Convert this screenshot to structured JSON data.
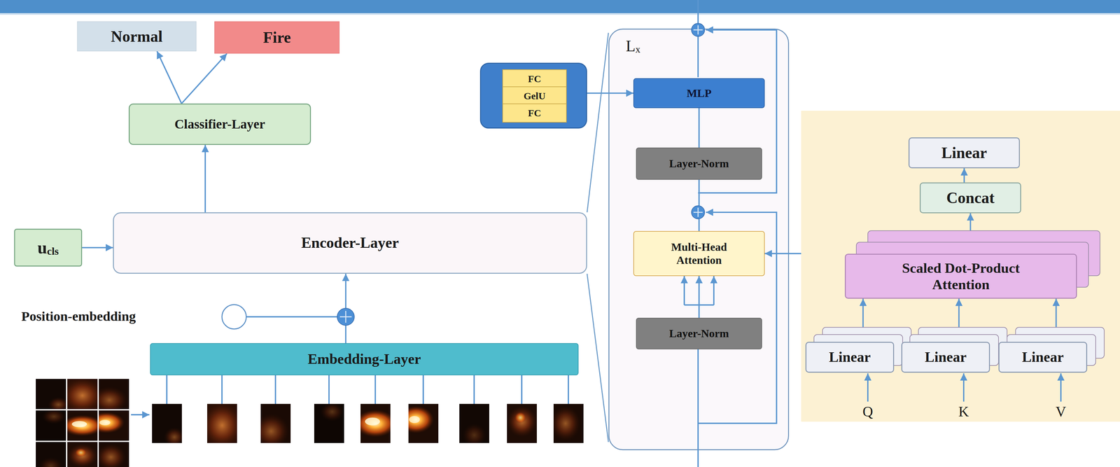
{
  "diagram": {
    "nodes": [
      {
        "text": [
          "Normal"
        ]
      },
      {
        "text": [
          "Fire"
        ]
      },
      {
        "text": [
          "Classifier-Layer"
        ]
      },
      {
        "text": []
      },
      {
        "text": [
          "FC"
        ],
        "in": 3
      },
      {
        "text": [
          "GelU"
        ],
        "in": 3
      },
      {
        "text": [
          "FC"
        ],
        "in": 3
      },
      {
        "text": [
          "L",
          "x"
        ]
      },
      {
        "text": [
          "MLP"
        ],
        "in": 7
      },
      {
        "text": [
          "Layer-Norm"
        ],
        "in": 7
      },
      {
        "text": [
          "Multi-Head Attention"
        ],
        "in": 7
      },
      {
        "text": [
          "Layer-Norm"
        ],
        "in": 7
      },
      {
        "text": [
          "u",
          "cls"
        ]
      },
      {
        "text": [
          "Encoder-Layer"
        ]
      },
      {
        "text": [
          "Embedding-Layer"
        ]
      },
      {
        "text": []
      },
      {
        "text": [
          "Linear"
        ],
        "in": 15
      },
      {
        "text": [
          "Concat"
        ],
        "in": 15
      },
      {
        "text": [
          "Scaled Dot-Product Attention"
        ],
        "in": 15
      },
      {
        "text": [
          "Linear"
        ],
        "in": 15
      },
      {
        "text": [
          "Linear"
        ],
        "in": 15
      },
      {
        "text": [
          "Linear"
        ],
        "in": 15
      }
    ],
    "edges": [
      {
        "from": 2,
        "to": 0,
        "arrow": "to"
      },
      {
        "from": 2,
        "to": 1,
        "arrow": "to"
      },
      {
        "from": 13,
        "to": 2,
        "arrow": "to"
      },
      {
        "from": 12,
        "to": 13,
        "arrow": "to"
      },
      {
        "from": 14,
        "to": 13,
        "arrow": "to"
      },
      {
        "from": 3,
        "to": 8,
        "arrow": "to"
      },
      {
        "from": 15,
        "to": 10,
        "arrow": "to"
      },
      {
        "from": 11,
        "to": 10,
        "arrow": "to"
      },
      {
        "from": 10,
        "to": 9,
        "arrow": "none"
      },
      {
        "from": 9,
        "to": 8,
        "arrow": "none"
      },
      {
        "from": 19,
        "to": 18,
        "arrow": "to"
      },
      {
        "from": 20,
        "to": 18,
        "arrow": "to"
      },
      {
        "from": 21,
        "to": 18,
        "arrow": "to"
      },
      {
        "from": 18,
        "to": 17,
        "arrow": "to"
      },
      {
        "from": 17,
        "to": 16,
        "arrow": "to"
      }
    ],
    "labels": [
      "Position-embedding",
      "Q",
      "K",
      "V"
    ]
  }
}
